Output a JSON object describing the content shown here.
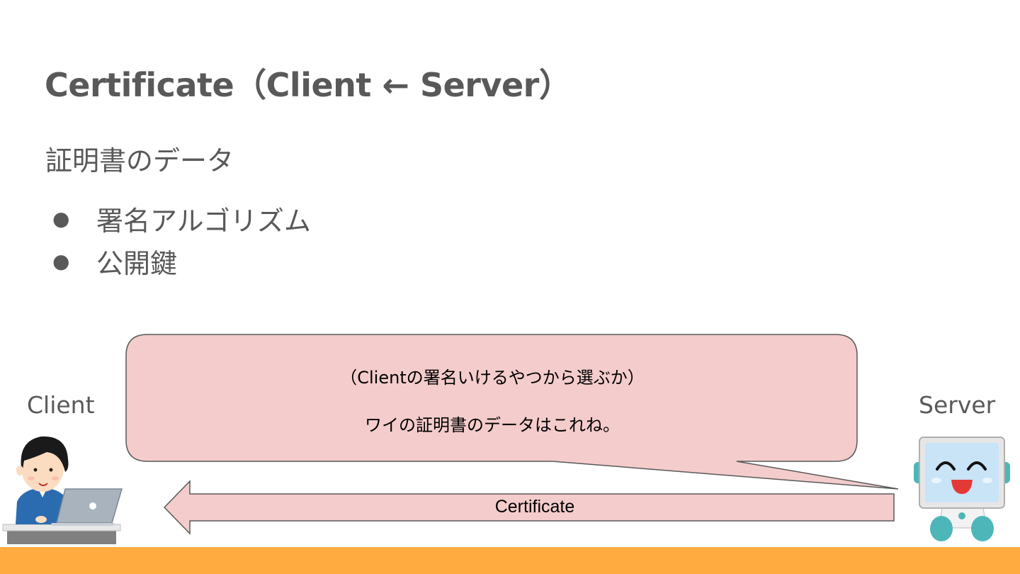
{
  "slide": {
    "title": "Certificate（Client ← Server）",
    "subtitle": "証明書のデータ",
    "bullets": [
      {
        "marker": "●",
        "text": "署名アルゴリズム"
      },
      {
        "marker": "●",
        "text": "公開鍵"
      }
    ],
    "client_label": "Client",
    "server_label": "Server",
    "bubble": {
      "line1": "（Clientの署名いけるやつから選ぶか）",
      "line2": "ワイの証明書のデータはこれね。"
    },
    "arrow_label": "Certificate"
  },
  "colors": {
    "text": "#595959",
    "bubble_fill": "#f4cccc",
    "footer": "#ffab40"
  },
  "icons": {
    "client": "person-at-laptop-icon",
    "server": "smiling-robot-server-icon"
  }
}
